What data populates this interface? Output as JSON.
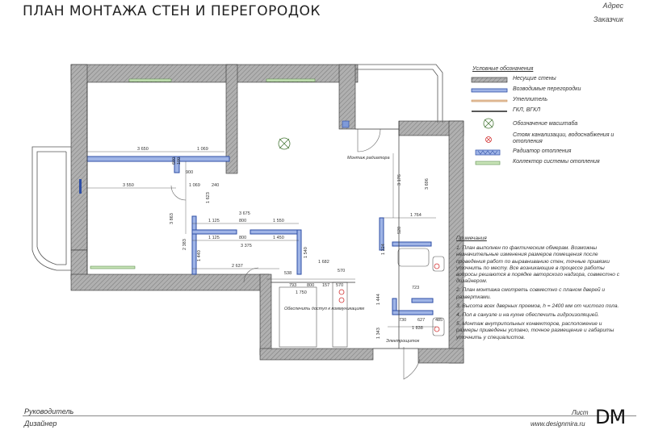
{
  "header": {
    "title": "ПЛАН МОНТАЖА СТЕН И ПЕРЕГОРОДОК",
    "address": "Адрес",
    "customer": "Заказчик"
  },
  "legend": {
    "title": "Условные обозначения",
    "items": [
      {
        "icon": "load-bearing-wall-swatch",
        "label": "Несущие стены"
      },
      {
        "icon": "partition-wall-swatch",
        "label": "Возводимые перегородки"
      },
      {
        "icon": "insulation-swatch",
        "label": "Утеплитель"
      },
      {
        "icon": "drywall-swatch",
        "label": "ГКЛ, ВГКЛ"
      },
      {
        "icon": "scale-symbol",
        "label": "Обозначение масштаба"
      },
      {
        "icon": "riser-symbol",
        "label": "Стояк канализации, водоснабжения и отопления"
      },
      {
        "icon": "radiator-swatch",
        "label": "Радиатор отопления"
      },
      {
        "icon": "heating-collector-swatch",
        "label": "Коллектор системы отопления"
      }
    ]
  },
  "plan": {
    "dimensions": {
      "d3650": "3 650",
      "d1069a": "1 069",
      "d600": "600",
      "d100": "100",
      "d900": "900",
      "d3550": "3 550",
      "d1069b": "1 069",
      "d240": "240",
      "d1623": "1 623",
      "d3675": "3 675",
      "d1125a": "1 125",
      "d800a": "800",
      "d1550": "1 550",
      "d1125b": "1 125",
      "d800b": "800",
      "d1450": "1 450",
      "d3375": "3 375",
      "d3863": "3 863",
      "d2383": "2 383",
      "d1440": "1 440",
      "d2637": "2 637",
      "d538": "538",
      "d1540": "1 540",
      "d1682": "1 682",
      "d570a": "570",
      "d793": "793",
      "d800c": "800",
      "d157": "157",
      "d570b": "570",
      "d1750": "1 750",
      "d3176": "3 176",
      "d3696": "3 696",
      "d1764": "1 764",
      "d1224": "1 224",
      "d520": "520",
      "d723": "723",
      "d1444": "1 444",
      "d730": "730",
      "d627": "627",
      "d485": "485",
      "d1838": "1 838",
      "d1343": "1 343"
    },
    "notes": {
      "radiator": "Монтаж радиатора",
      "access": "Обеспечить доступ к коммуникациям",
      "electric": "Электрощиток"
    }
  },
  "remarks": {
    "title": "Примечания",
    "items": [
      "1. План выполнен по фактическим обмерам. Возможны незначительные изменения размеров помещения после проведения работ по выравниванию стен, точные привязки уточнить по месту. Все возникающие в процессе работы вопросы решаются в порядке авторского надзора, совместно с дизайнером.",
      "2. План монтажа смотреть совместно с планом дверей и развертками.",
      "3. Высота всех дверных проемов, h = 2400 мм от чистого пола.",
      "4. Пол в санузле и на кухне обеспечить гидроизоляцией.",
      "5. Монтаж внутрипольных конвекторов, расположение и размеры приведены условно, точное размещение и габариты уточнить у специалистов."
    ]
  },
  "footer": {
    "manager": "Руководитель",
    "designer": "Дизайнер",
    "sheet": "Лист",
    "website": "www.designmira.ru",
    "logo": "DM"
  },
  "colors": {
    "wall_fill": "#a8a8a8",
    "partition": "#3b5bb5",
    "partition_light": "#7f9ad8",
    "insulation": "#c98f5a",
    "collector": "#6aa05a",
    "riser": "#d23030"
  }
}
